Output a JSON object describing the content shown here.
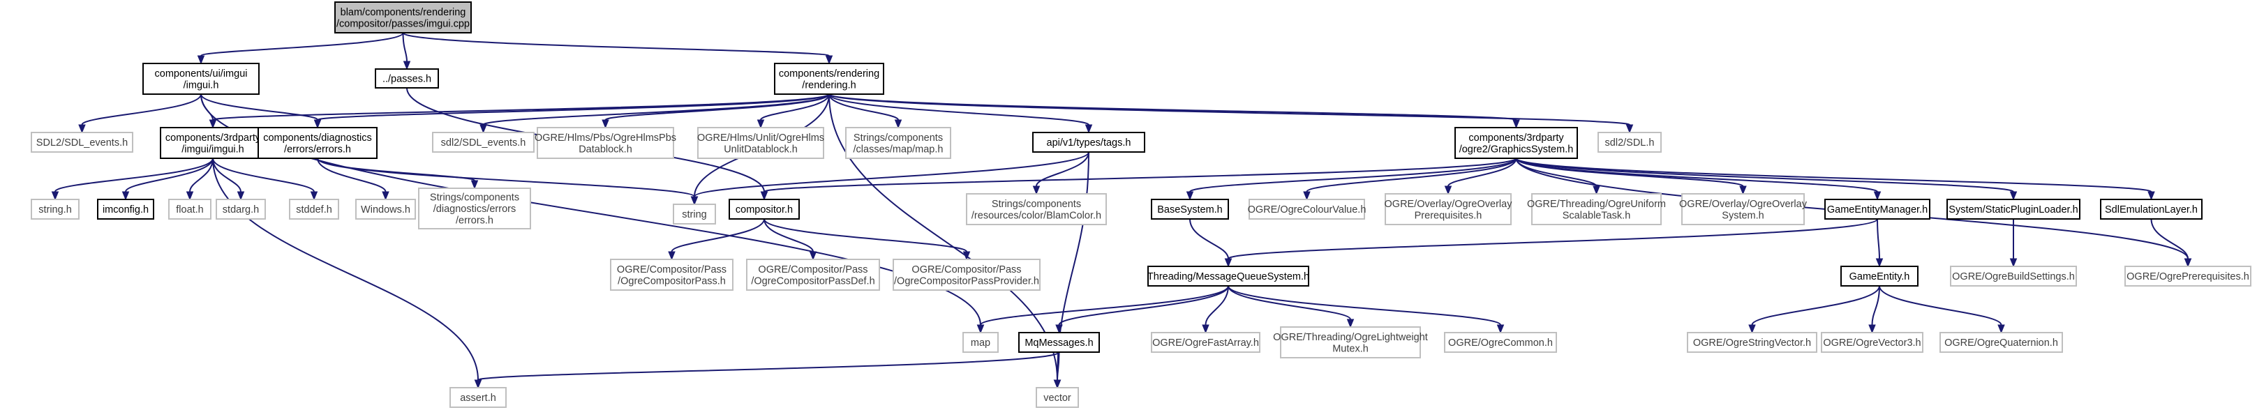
{
  "nodes": [
    {
      "id": "imgui_cpp",
      "lines": [
        "blam/components/rendering",
        "/compositor/passes/imgui.cpp"
      ]
    },
    {
      "id": "ui_imgui_h",
      "lines": [
        "components/ui/imgui",
        "/imgui.h"
      ]
    },
    {
      "id": "passes_h",
      "lines": [
        "../passes.h"
      ]
    },
    {
      "id": "rendering_h",
      "lines": [
        "components/rendering",
        "/rendering.h"
      ]
    },
    {
      "id": "sdl2_events_1",
      "lines": [
        "SDL2/SDL_events.h"
      ]
    },
    {
      "id": "tp_imgui_h",
      "lines": [
        "components/3rdparty",
        "/imgui/imgui.h"
      ]
    },
    {
      "id": "errors_h",
      "lines": [
        "components/diagnostics",
        "/errors/errors.h"
      ]
    },
    {
      "id": "sdl2_events_2",
      "lines": [
        "sdl2/SDL_events.h"
      ]
    },
    {
      "id": "hlms_pbs",
      "lines": [
        "OGRE/Hlms/Pbs/OgreHlmsPbs",
        "Datablock.h"
      ]
    },
    {
      "id": "hlms_unlit",
      "lines": [
        "OGRE/Hlms/Unlit/OgreHlms",
        "UnlitDatablock.h"
      ]
    },
    {
      "id": "map_h",
      "lines": [
        "Strings/components",
        "/classes/map/map.h"
      ]
    },
    {
      "id": "tags_h",
      "lines": [
        "api/v1/types/tags.h"
      ]
    },
    {
      "id": "graphics_system",
      "lines": [
        "components/3rdparty",
        "/ogre2/GraphicsSystem.h"
      ]
    },
    {
      "id": "sdl2_sdl",
      "lines": [
        "sdl2/SDL.h"
      ]
    },
    {
      "id": "string_h",
      "lines": [
        "string.h"
      ]
    },
    {
      "id": "imconfig",
      "lines": [
        "imconfig.h"
      ]
    },
    {
      "id": "float_h",
      "lines": [
        "float.h"
      ]
    },
    {
      "id": "stdarg_h",
      "lines": [
        "stdarg.h"
      ]
    },
    {
      "id": "stddef_h",
      "lines": [
        "stddef.h"
      ]
    },
    {
      "id": "windows_h",
      "lines": [
        "Windows.h"
      ]
    },
    {
      "id": "diag_errors",
      "lines": [
        "Strings/components",
        "/diagnostics/errors",
        "/errors.h"
      ]
    },
    {
      "id": "string",
      "lines": [
        "string"
      ]
    },
    {
      "id": "compositor_h",
      "lines": [
        "compositor.h"
      ]
    },
    {
      "id": "blamcolor",
      "lines": [
        "Strings/components",
        "/resources/color/BlamColor.h"
      ]
    },
    {
      "id": "basesystem",
      "lines": [
        "BaseSystem.h"
      ]
    },
    {
      "id": "colourvalue",
      "lines": [
        "OGRE/OgreColourValue.h"
      ]
    },
    {
      "id": "overlay_prereq",
      "lines": [
        "OGRE/Overlay/OgreOverlay",
        "Prerequisites.h"
      ]
    },
    {
      "id": "uniform_task",
      "lines": [
        "OGRE/Threading/OgreUniform",
        "ScalableTask.h"
      ]
    },
    {
      "id": "overlay_system",
      "lines": [
        "OGRE/Overlay/OgreOverlay",
        "System.h"
      ]
    },
    {
      "id": "game_entity_mgr",
      "lines": [
        "GameEntityManager.h"
      ]
    },
    {
      "id": "static_plugin",
      "lines": [
        "System/StaticPluginLoader.h"
      ]
    },
    {
      "id": "sdl_emulation",
      "lines": [
        "SdlEmulationLayer.h"
      ]
    },
    {
      "id": "comp_pass",
      "lines": [
        "OGRE/Compositor/Pass",
        "/OgreCompositorPass.h"
      ]
    },
    {
      "id": "comp_pass_def",
      "lines": [
        "OGRE/Compositor/Pass",
        "/OgreCompositorPassDef.h"
      ]
    },
    {
      "id": "comp_pass_provider",
      "lines": [
        "OGRE/Compositor/Pass",
        "/OgreCompositorPassProvider.h"
      ]
    },
    {
      "id": "mq_system",
      "lines": [
        "Threading/MessageQueueSystem.h"
      ]
    },
    {
      "id": "game_entity",
      "lines": [
        "GameEntity.h"
      ]
    },
    {
      "id": "build_settings",
      "lines": [
        "OGRE/OgreBuildSettings.h"
      ]
    },
    {
      "id": "ogre_prereq",
      "lines": [
        "OGRE/OgrePrerequisites.h"
      ]
    },
    {
      "id": "map",
      "lines": [
        "map"
      ]
    },
    {
      "id": "mqmessages",
      "lines": [
        "MqMessages.h"
      ]
    },
    {
      "id": "fastarray",
      "lines": [
        "OGRE/OgreFastArray.h"
      ]
    },
    {
      "id": "lw_mutex",
      "lines": [
        "OGRE/Threading/OgreLightweight",
        "Mutex.h"
      ]
    },
    {
      "id": "ogre_common",
      "lines": [
        "OGRE/OgreCommon.h"
      ]
    },
    {
      "id": "string_vector",
      "lines": [
        "OGRE/OgreStringVector.h"
      ]
    },
    {
      "id": "vector3",
      "lines": [
        "OGRE/OgreVector3.h"
      ]
    },
    {
      "id": "quaternion",
      "lines": [
        "OGRE/OgreQuaternion.h"
      ]
    },
    {
      "id": "assert_h",
      "lines": [
        "assert.h"
      ]
    },
    {
      "id": "vector",
      "lines": [
        "vector"
      ]
    }
  ]
}
